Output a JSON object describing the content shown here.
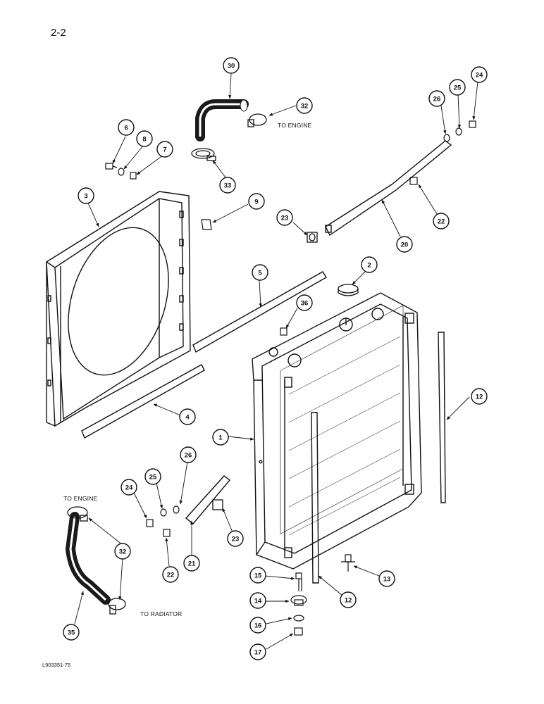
{
  "page_number": "2-2",
  "drawing_code": "L903351-75",
  "labels": {
    "to_engine_top": "TO ENGINE",
    "to_engine_left": "TO ENGINE",
    "to_radiator": "TO RADIATOR"
  },
  "callouts": [
    "30",
    "32",
    "33",
    "6",
    "8",
    "7",
    "3",
    "9",
    "23",
    "26",
    "25",
    "24",
    "22",
    "20",
    "5",
    "2",
    "36",
    "4",
    "12",
    "1",
    "26",
    "25",
    "24",
    "23",
    "21",
    "22",
    "32",
    "35",
    "15",
    "14",
    "16",
    "17",
    "12",
    "13"
  ],
  "colors": {
    "ink": "#111111",
    "paper": "#ffffff",
    "hose": "#1a1a1a"
  }
}
